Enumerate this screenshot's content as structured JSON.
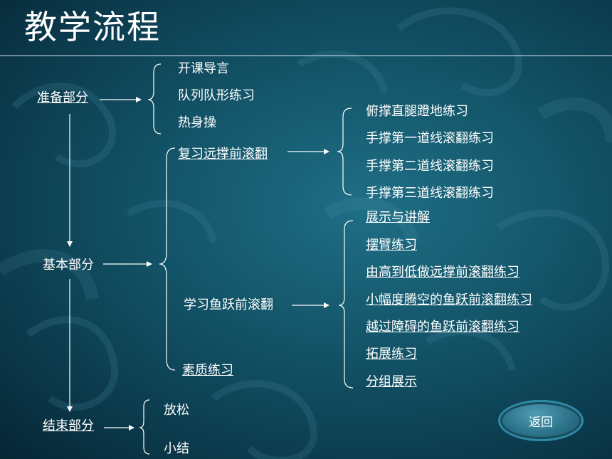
{
  "title": "教学流程",
  "sections": {
    "prep": "准备部分",
    "basic": "基本部分",
    "end": "结束部分"
  },
  "prep_items": [
    "开课导言",
    "队列队形练习",
    "热身操"
  ],
  "basic_groups": {
    "review": "复习远撑前滚翻",
    "learn": "学习鱼跃前滚翻",
    "fitness": "素质练习"
  },
  "review_items": [
    "俯撑直腿蹬地练习",
    "手撑第一道线滚翻练习",
    "手撑第二道线滚翻练习",
    "手撑第三道线滚翻练习"
  ],
  "learn_items": [
    "展示与讲解",
    "摆臂练习",
    "由高到低做远撑前滚翻练习",
    "小幅度腾空的鱼跃前滚翻练习",
    "越过障碍的鱼跃前滚翻练习",
    "拓展练习",
    "分组展示"
  ],
  "end_items": [
    "放松",
    "小结"
  ],
  "back_button": "返回",
  "colors": {
    "background": "#135468",
    "text": "#ffffff",
    "line": "#ffffff"
  }
}
